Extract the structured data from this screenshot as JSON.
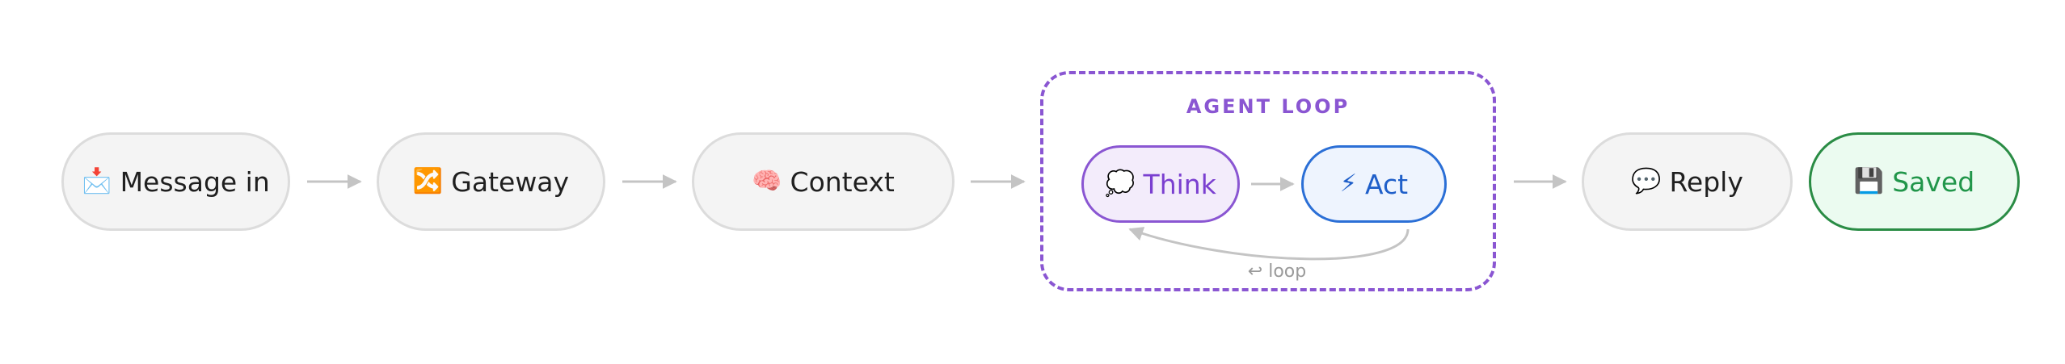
{
  "nodes": {
    "message_in": {
      "emoji": "📩",
      "label": "Message in"
    },
    "gateway": {
      "emoji": "🔀",
      "label": "Gateway"
    },
    "context": {
      "emoji": "🧠",
      "label": "Context"
    },
    "think": {
      "emoji": "💭",
      "label": "Think"
    },
    "act": {
      "emoji": "⚡",
      "label": "Act"
    },
    "reply": {
      "emoji": "💬",
      "label": "Reply"
    },
    "saved": {
      "emoji": "💾",
      "label": "Saved"
    }
  },
  "agent_loop": {
    "title": "AGENT LOOP",
    "loop_label": "↩ loop"
  },
  "colors": {
    "neutral_fill": "#f4f4f4",
    "neutral_border": "#dcdcdc",
    "loop_accent": "#8a56d2",
    "act_accent": "#2b6fd6",
    "saved_accent": "#2a8c45",
    "arrow": "#c4c4c4"
  }
}
